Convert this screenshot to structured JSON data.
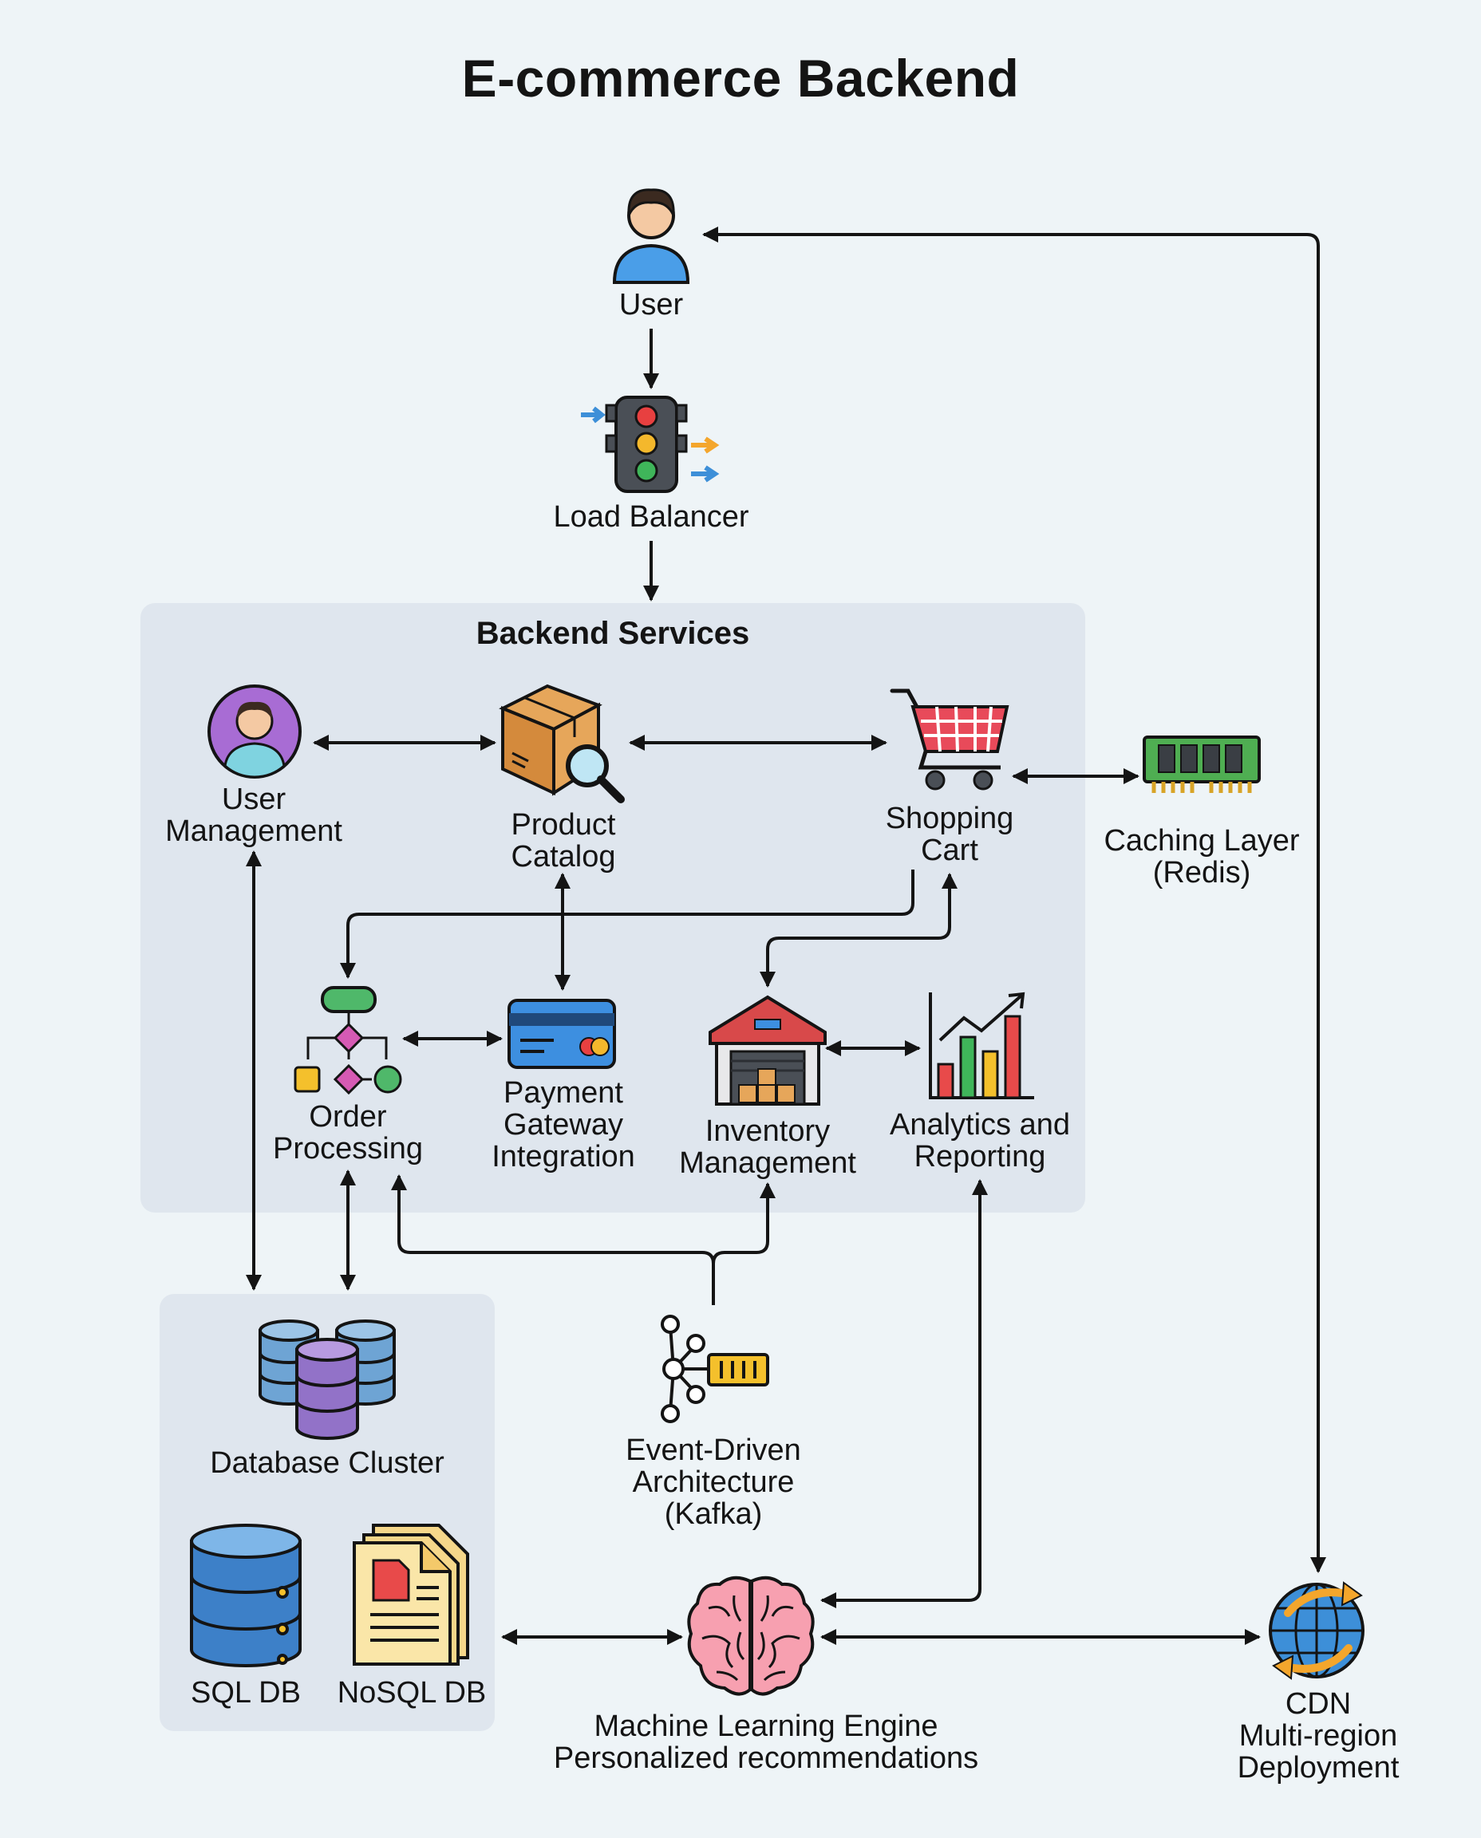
{
  "title": "E-commerce Backend",
  "groups": {
    "backend": "Backend Services",
    "database": "Database Cluster"
  },
  "nodes": {
    "user": "User",
    "load_balancer": "Load Balancer",
    "user_management": [
      "User",
      "Management"
    ],
    "product_catalog": [
      "Product",
      "Catalog"
    ],
    "shopping_cart": [
      "Shopping",
      "Cart"
    ],
    "caching_layer": [
      "Caching Layer",
      "(Redis)"
    ],
    "order_processing": [
      "Order",
      "Processing"
    ],
    "payment_gateway": [
      "Payment",
      "Gateway",
      "Integration"
    ],
    "inventory_management": [
      "Inventory",
      "Management"
    ],
    "analytics_reporting": [
      "Analytics and",
      "Reporting"
    ],
    "sql_db": "SQL DB",
    "nosql_db": "NoSQL DB",
    "event_driven": [
      "Event-Driven",
      "Architecture",
      "(Kafka)"
    ],
    "ml_engine": [
      "Machine Learning Engine",
      "Personalized recommendations"
    ],
    "cdn": [
      "CDN",
      "Multi-region",
      "Deployment"
    ]
  },
  "colors": {
    "background": "#eef4f7",
    "panel": "#dfe6ee",
    "wire": "#141414"
  },
  "icons": [
    "user-icon",
    "traffic-light-icon",
    "user-circle-icon",
    "package-search-icon",
    "shopping-cart-icon",
    "memory-chip-icon",
    "flowchart-icon",
    "credit-card-icon",
    "warehouse-icon",
    "bar-chart-icon",
    "database-stack-icon",
    "database-icon",
    "document-icon",
    "network-nodes-icon",
    "brain-icon",
    "globe-icon"
  ]
}
